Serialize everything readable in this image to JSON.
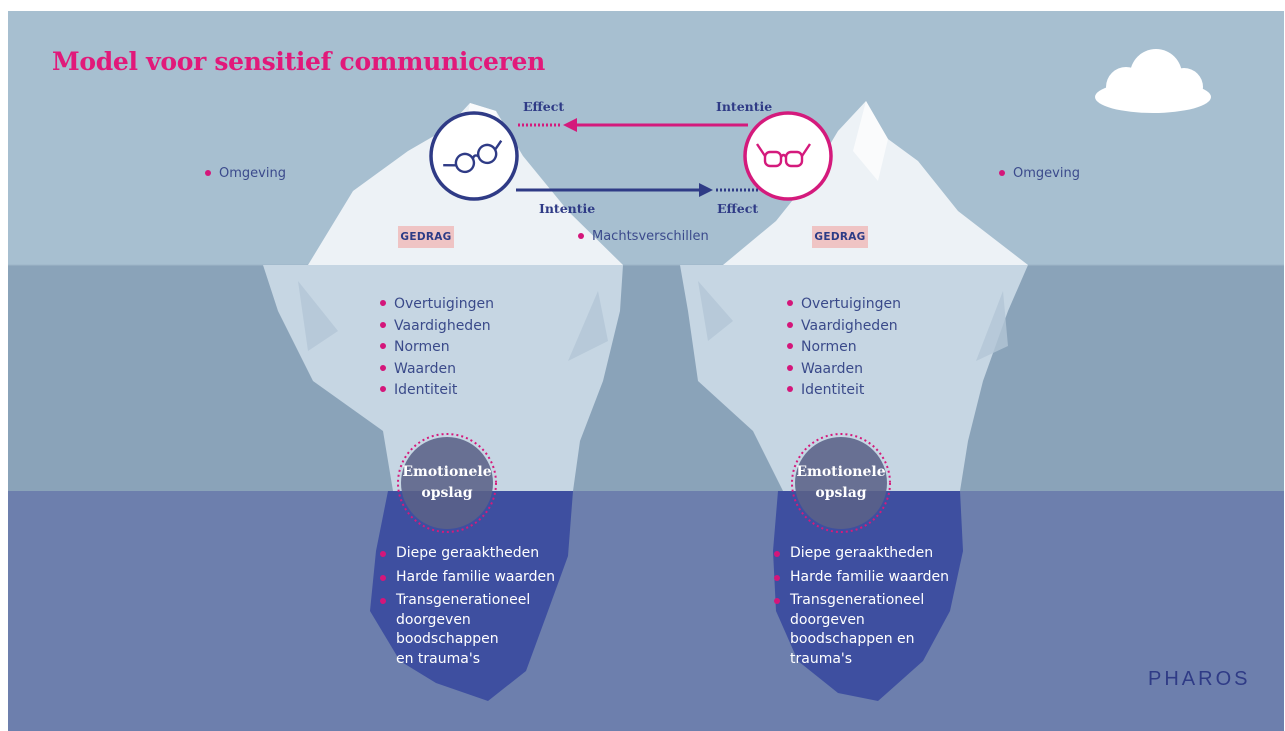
{
  "title": "Model voor sensitief communiceren",
  "colors": {
    "sky": "#a7bfd0",
    "mid_water": "#8aa3b9",
    "deep_water": "#6d7fad",
    "ice": "#e9eff4",
    "deep_ice": "#3e4fa0",
    "magenta": "#d41a7c",
    "navy": "#2f3b86",
    "tag": "#efc4c4"
  },
  "environment_left": "Omgeving",
  "environment_right": "Omgeving",
  "power_differences": "Machtsverschillen",
  "arrows": {
    "top_effect": "Effect",
    "top_intentie": "Intentie",
    "bottom_intentie": "Intentie",
    "bottom_effect": "Effect"
  },
  "icons": {
    "left": "glasses-icon",
    "right": "glasses-icon"
  },
  "icebergs": [
    {
      "behavior_tag": "GEDRAG",
      "beliefs": [
        "Overtuigingen",
        "Vaardigheden",
        "Normen",
        "Waarden",
        "Identiteit"
      ],
      "core_line1": "Emotionele",
      "core_line2": "opslag",
      "deep": [
        "Diepe geraaktheden",
        "Harde familie waarden",
        "Transgenerationeel doorgeven boodschappen en trauma's"
      ]
    },
    {
      "behavior_tag": "GEDRAG",
      "beliefs": [
        "Overtuigingen",
        "Vaardigheden",
        "Normen",
        "Waarden",
        "Identiteit"
      ],
      "core_line1": "Emotionele",
      "core_line2": "opslag",
      "deep": [
        "Diepe geraaktheden",
        "Harde familie waarden",
        "Transgenerationeel doorgeven boodschappen en trauma's"
      ]
    }
  ],
  "logo": "PHAROS"
}
